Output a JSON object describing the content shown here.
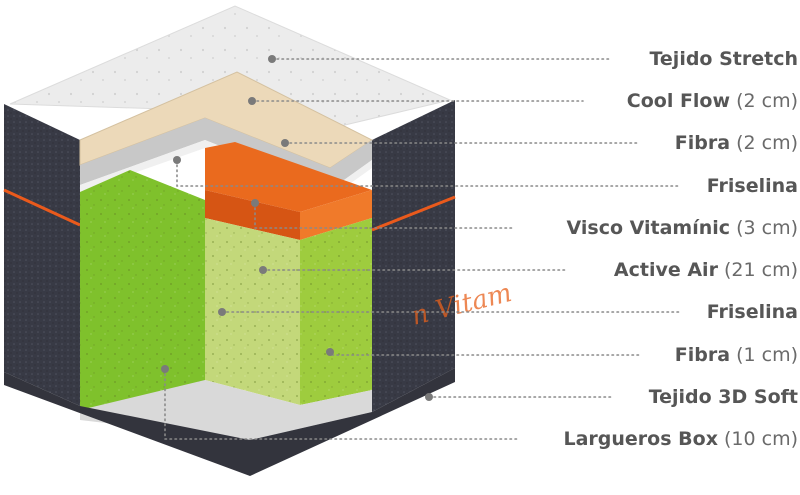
{
  "colors": {
    "fabric": "#3b3d48",
    "orange_band": "#ea5a1c",
    "quilt_top": "#ebebeb",
    "cool_flow": "#ecd9b9",
    "fiber": "#c6c6c6",
    "visco": "#e8611c",
    "active_air_light": "#c3d87a",
    "active_air_green": "#7fc12c",
    "base": "#d8d8d8",
    "label_text": "#565656",
    "leader": "#8a8a8a"
  },
  "brand_text": "n Vitam",
  "layers": [
    {
      "name": "Tejido Stretch",
      "size": ""
    },
    {
      "name": "Cool Flow",
      "size": "(2 cm)"
    },
    {
      "name": "Fibra",
      "size": "(2 cm)"
    },
    {
      "name": "Friselina",
      "size": ""
    },
    {
      "name": "Visco Vitamínic",
      "size": "(3 cm)"
    },
    {
      "name": "Active Air",
      "size": "(21 cm)"
    },
    {
      "name": "Friselina",
      "size": ""
    },
    {
      "name": "Fibra",
      "size": "(1 cm)"
    },
    {
      "name": "Tejido 3D Soft",
      "size": ""
    },
    {
      "name": "Largueros Box",
      "size": "(10 cm)"
    }
  ]
}
